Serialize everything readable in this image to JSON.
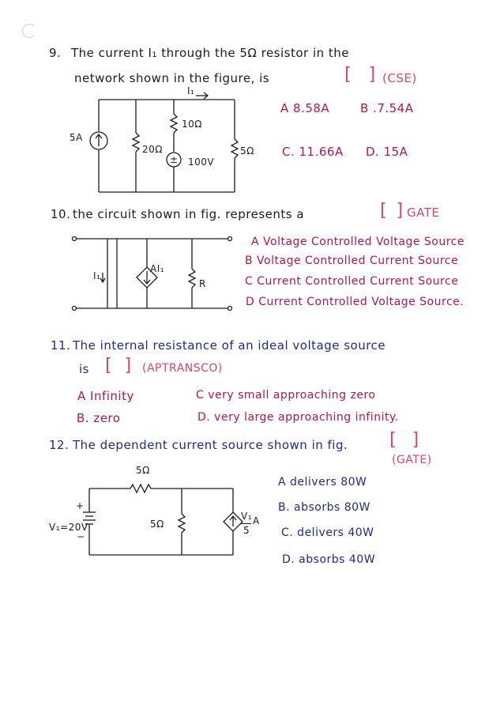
{
  "q9": {
    "num": "9.",
    "line1": "The current I₁ through the 5Ω resistor in the",
    "line2": "network shown in the figure, is",
    "tag": "(CSE)",
    "opt_a": "A 8.58A",
    "opt_b": "B .7.54A",
    "opt_c": "C. 11.66A",
    "opt_d": "D. 15A",
    "fig": {
      "i1": "I₁",
      "r10": "10Ω",
      "r20": "20Ω",
      "r5": "5Ω",
      "src5a": "5A",
      "v100": "100V"
    }
  },
  "q10": {
    "num": "10.",
    "line1": "the circuit shown in fig. represents a",
    "tag": "GATE",
    "opt_a": "A Voltage Controlled Voltage Source",
    "opt_b": "B Voltage Controlled Current Source",
    "opt_c": "C Current Controlled Current Source",
    "opt_d": "D Current Controlled Voltage Source.",
    "fig": {
      "i1": "I₁",
      "ai1": "AI₁",
      "r": "R"
    }
  },
  "q11": {
    "num": "11.",
    "line1": "The internal resistance of an ideal voltage source",
    "line2": "is",
    "tag": "(APTRANSCO)",
    "opt_a": "A Infinity",
    "opt_b": "B. zero",
    "opt_c": "C very small approaching zero",
    "opt_d": "D. very large approaching infinity."
  },
  "q12": {
    "num": "12.",
    "line1": "The dependent current source shown in fig.",
    "tag": "(GATE)",
    "opt_a": "A delivers 80W",
    "opt_b": "B. absorbs 80W",
    "opt_c": "C. delivers 40W",
    "opt_d": "D. absorbs 40W",
    "fig": {
      "r5top": "5Ω",
      "r5mid": "5Ω",
      "v1": "V₁=20V",
      "plus": "+",
      "minus": "−",
      "ctrl_num": "V₁",
      "ctrl_den": "5",
      "ctrl_unit": "A"
    }
  },
  "brackets": {
    "open": "[",
    "close": "]"
  }
}
